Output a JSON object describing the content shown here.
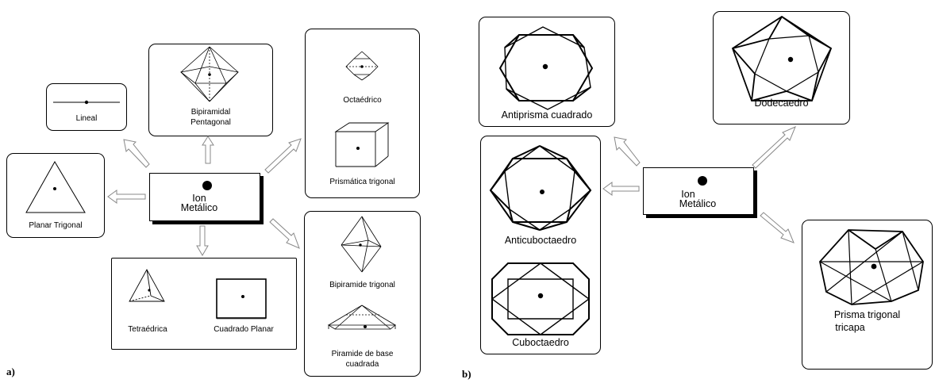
{
  "panel_a": {
    "label": "a)",
    "center": {
      "line1": "Ion",
      "line2": "Metálico"
    },
    "geometries": {
      "lineal": "Lineal",
      "bipiramidal_pentagonal_1": "Bipiramidal",
      "bipiramidal_pentagonal_2": "Pentagonal",
      "octaedrico": "Octaédrico",
      "prismatica_trigonal": "Prismática trigonal",
      "planar_trigonal": "Planar Trigonal",
      "tetraedrica": "Tetraédrica",
      "cuadrado_planar": "Cuadrado Planar",
      "bipiramide_trigonal": "Bipiramide trigonal",
      "piramide_base_1": "Piramide de base",
      "piramide_base_2": "cuadrada"
    }
  },
  "panel_b": {
    "label": "b)",
    "center": {
      "line1": "Ion",
      "line2": "Metálico"
    },
    "geometries": {
      "antiprisma_cuadrado": "Antiprisma cuadrado",
      "dodecaedro": "Dodecaedro",
      "anticuboctaedro": "Anticuboctaedro",
      "cuboctaedro": "Cuboctaedro",
      "prisma_trigonal_1": "Prisma trigonal",
      "prisma_trigonal_2": "tricapa"
    }
  }
}
